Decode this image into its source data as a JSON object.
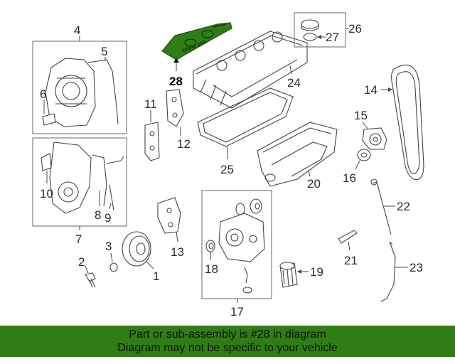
{
  "diagram": {
    "callouts": {
      "c1": "1",
      "c2": "2",
      "c3": "3",
      "c4": "4",
      "c5": "5",
      "c6": "6",
      "c7": "7",
      "c8": "8",
      "c9": "9",
      "c10": "10",
      "c11": "11",
      "c12": "12",
      "c13": "13",
      "c14": "14",
      "c15": "15",
      "c16": "16",
      "c17": "17",
      "c18": "18",
      "c19": "19",
      "c20": "20",
      "c21": "21",
      "c22": "22",
      "c23": "23",
      "c24": "24",
      "c25": "25",
      "c26": "26",
      "c27": "27",
      "c28": "28"
    },
    "highlighted_part": "28",
    "highlight_color": "#2f7d14",
    "cover_text": "DOHC 16V"
  },
  "banner": {
    "line1": "Part or sub-assembly is #28 in diagram",
    "line2": "Diagram may not be specific to your vehicle",
    "color": "#2f7d14"
  }
}
